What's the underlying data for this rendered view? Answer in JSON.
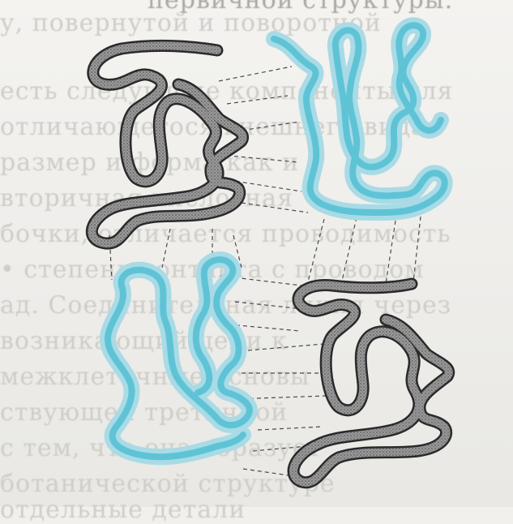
{
  "show_through_text": [
    "первичной структуры.",
    "у, повернутой и поворотной",
    "есть следующие компоненты для",
    "отличающегося внешнего вида",
    "размер и форма как и в",
    "вторичная кислотная",
    "бочки, отличается проводимость",
    "• степень контакта с проводом",
    "ад. Соединительная линия через",
    "возникающий цепи к",
    "межклеточные основы",
    "ствующей третичной",
    "с тем, что она образует",
    "ботанической структуре",
    "отдельные детали"
  ],
  "colors": {
    "dark_chain_fill": "#8e8e8e",
    "dark_chain_outline": "#2a2a2a",
    "blue_chain_outer": "#a8dbe6",
    "blue_chain_inner": "#5fc3d6",
    "connector": "#4a4a4a"
  },
  "subunits": [
    {
      "name": "top-left",
      "style": "dark"
    },
    {
      "name": "top-right",
      "style": "blue"
    },
    {
      "name": "bottom-left",
      "style": "blue"
    },
    {
      "name": "bottom-right",
      "style": "dark"
    }
  ]
}
